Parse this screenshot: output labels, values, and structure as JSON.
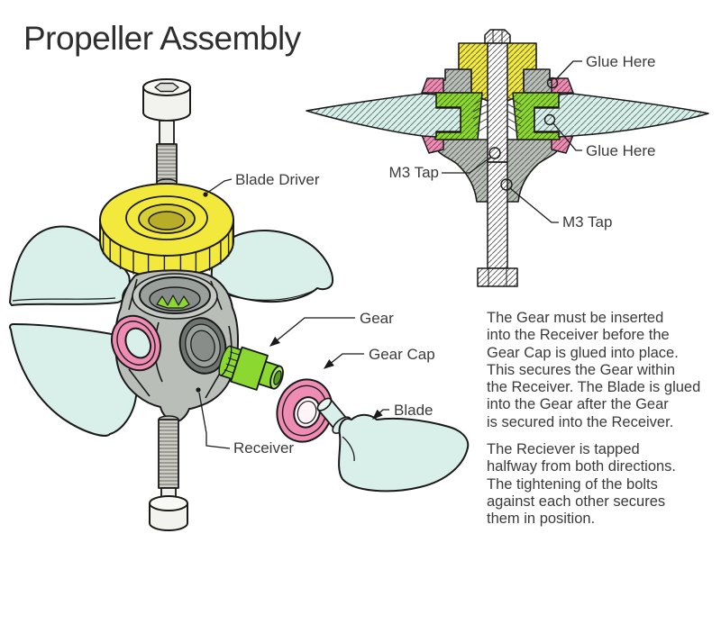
{
  "title": "Propeller Assembly",
  "exploded_labels": {
    "blade_driver": "Blade Driver",
    "gear": "Gear",
    "gear_cap": "Gear Cap",
    "blade": "Blade",
    "receiver": "Receiver"
  },
  "section_labels": {
    "glue_top": "Glue Here",
    "glue_bottom": "Glue Here",
    "m3_left": "M3 Tap",
    "m3_bottom": "M3 Tap"
  },
  "notes": {
    "para1_lines": [
      "The Gear must be inserted",
      "into the Receiver before the",
      "Gear Cap is glued into place.",
      "This secures the Gear within",
      "the Receiver. The Blade is glued",
      "into the Gear after the Gear",
      "is secured into the Receiver."
    ],
    "para2_lines": [
      "The Reciever is tapped",
      "halfway from both directions.",
      "The tightening of the bolts",
      "against each other secures",
      "them in position."
    ]
  },
  "colors": {
    "blade_driver_yellow": "#f2e93c",
    "gear_green": "#8bd830",
    "gear_cap_pink": "#ef8cb4",
    "blade_cyan": "#d9efe9",
    "receiver_gray": "#b9beb9",
    "outline": "#1a1a1a",
    "text": "#3a3a3a"
  }
}
